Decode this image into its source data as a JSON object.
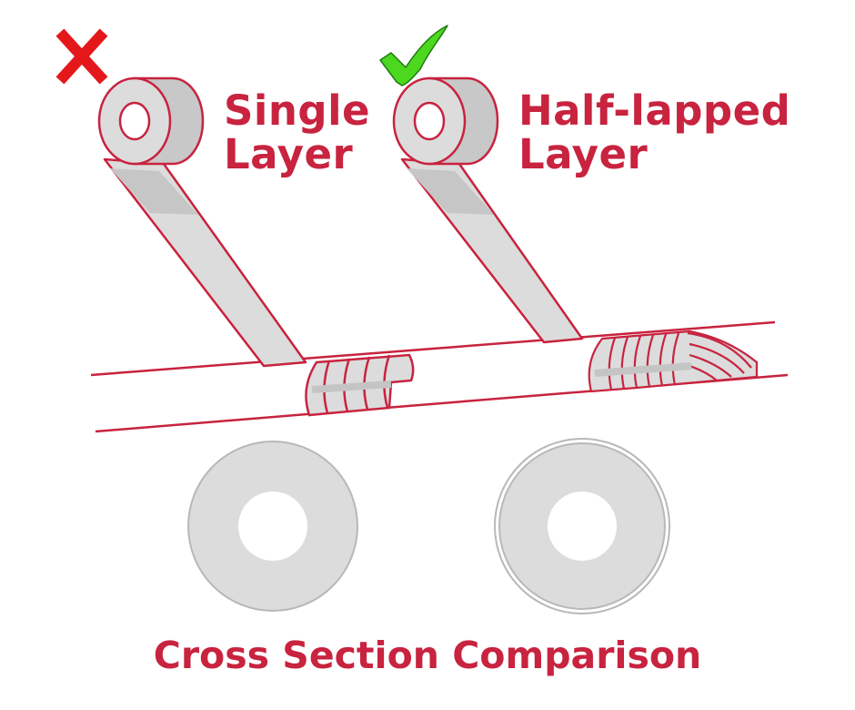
{
  "labels": {
    "single_line1": "Single",
    "single_line2": "Layer",
    "half_line1": "Half-lapped",
    "half_line2": "Layer",
    "caption": "Cross Section Comparison"
  },
  "icons": {
    "wrong": "x-mark-icon",
    "correct": "check-mark-icon"
  },
  "colors": {
    "accent": "#c8233f",
    "tape": "#dcdcdc",
    "tape_shadow": "#c4c4c4",
    "wrong": "#e4181b",
    "correct": "#4cd81e"
  }
}
